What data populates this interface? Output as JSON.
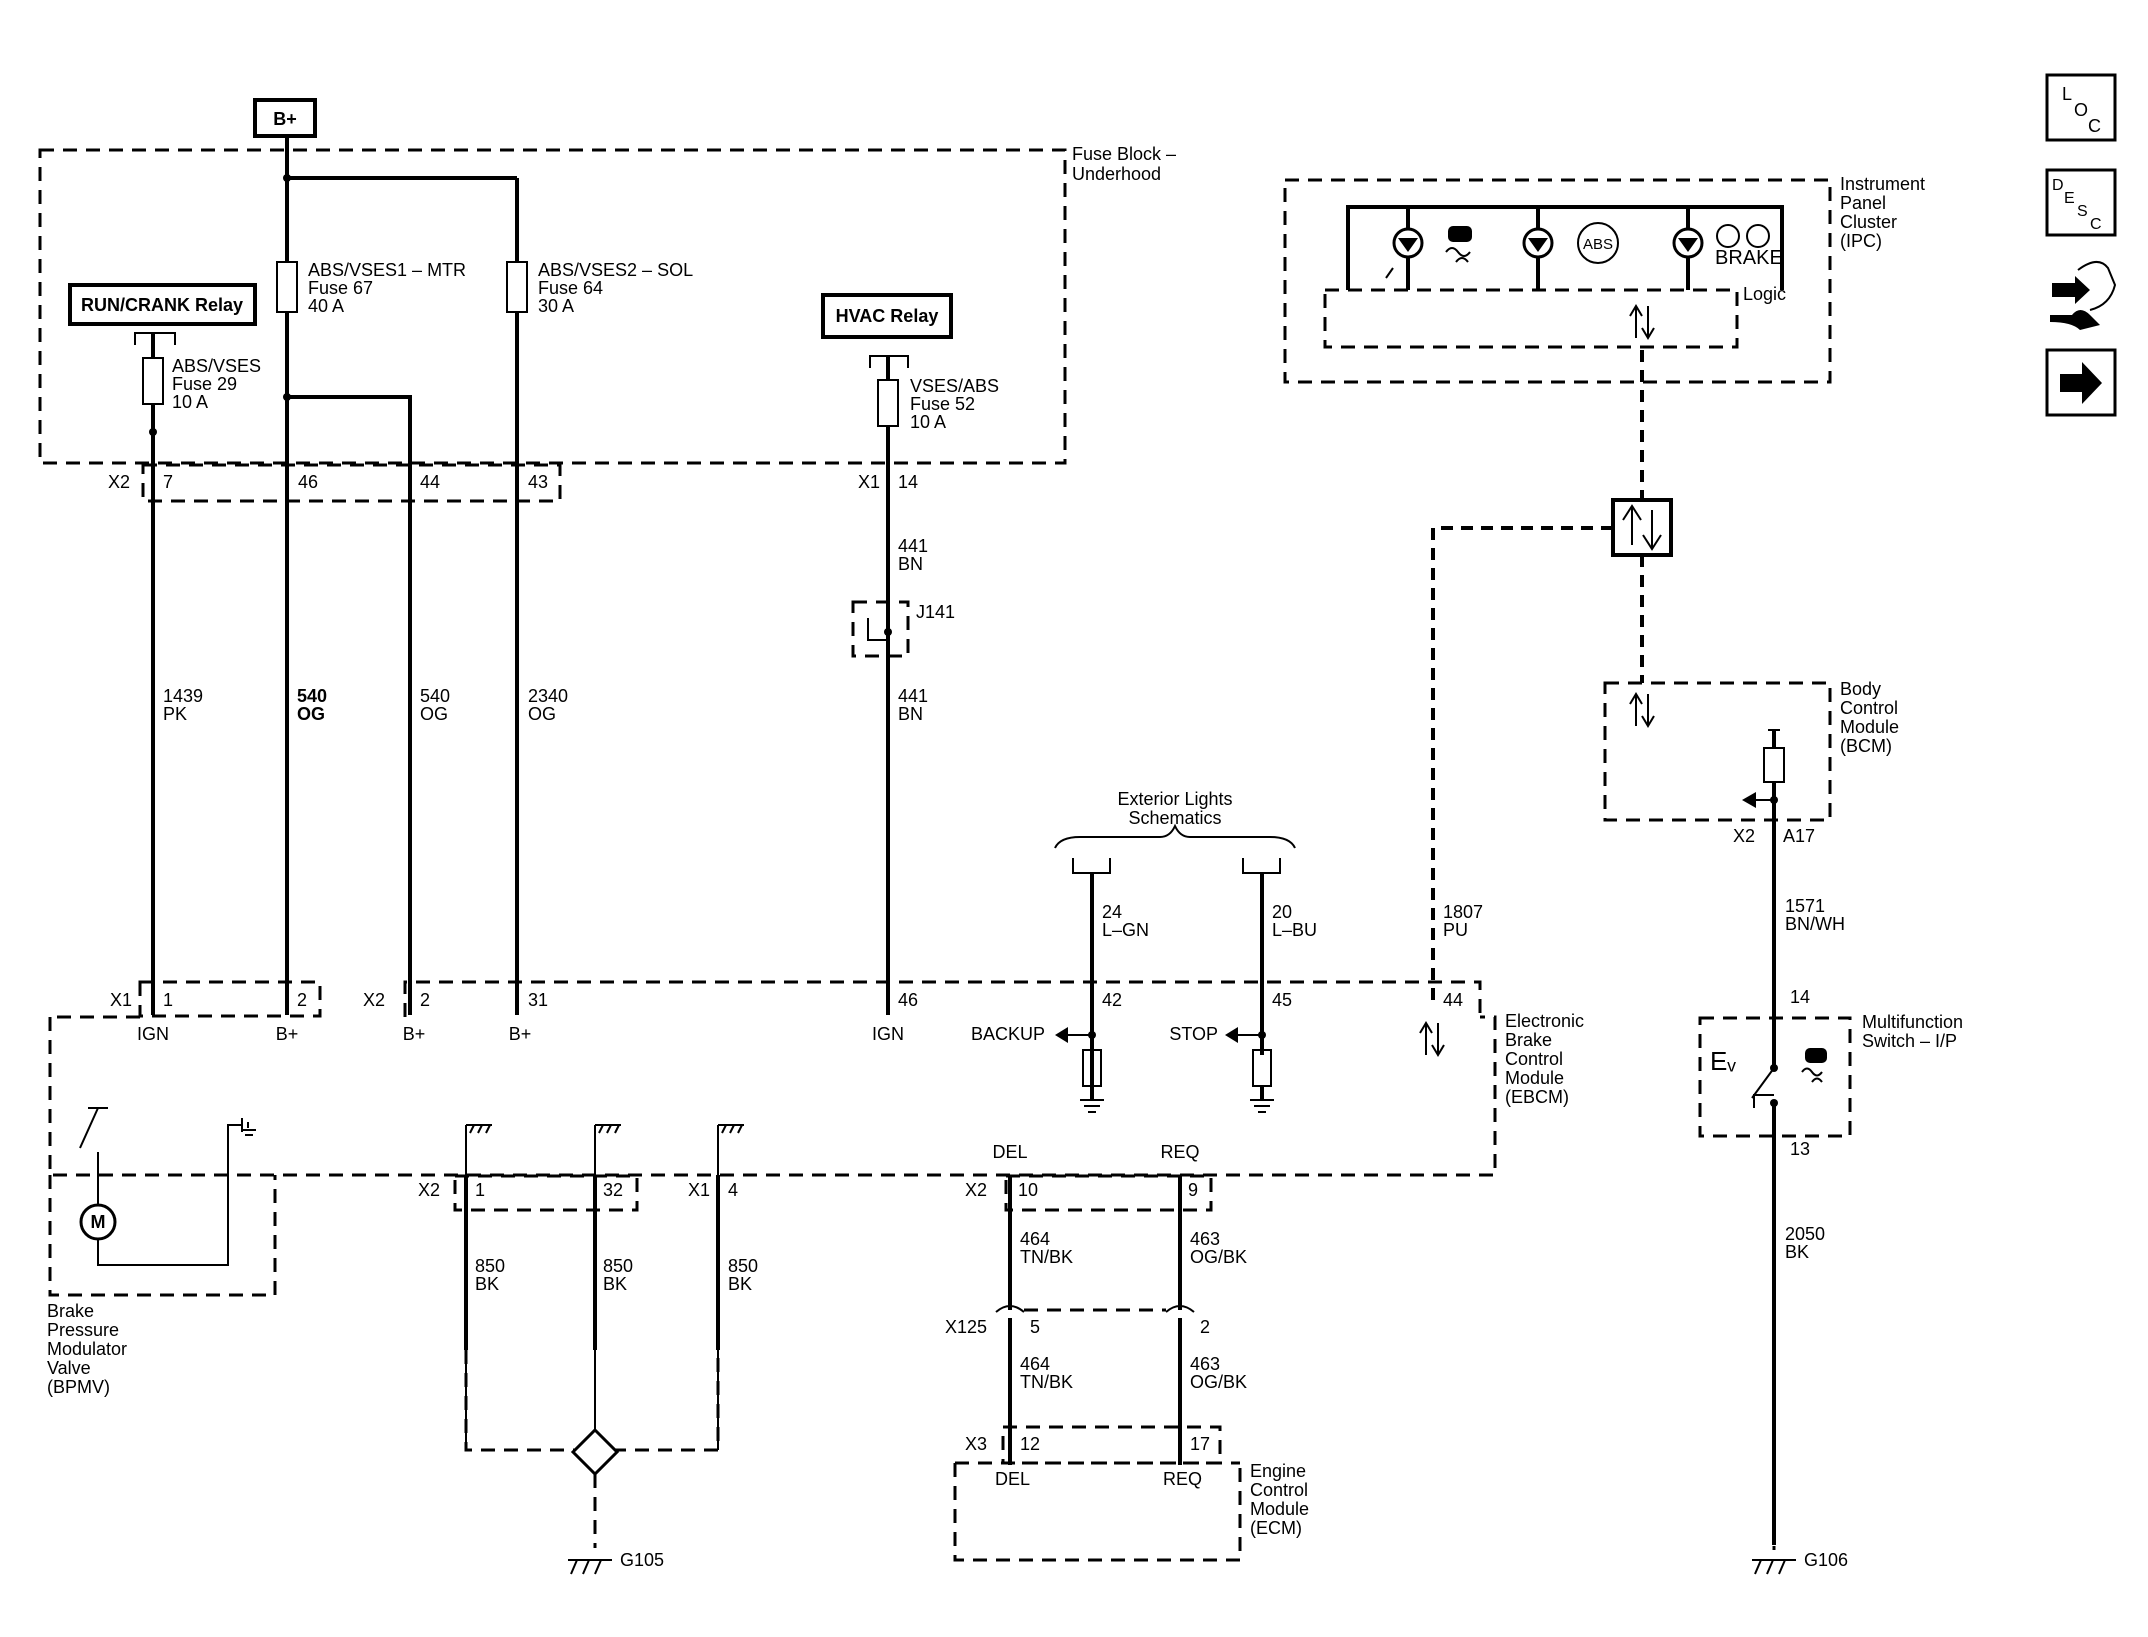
{
  "fuse_block": {
    "name_l1": "Fuse Block –",
    "name_l2": "Underhood",
    "b_plus": "B+",
    "run_crank_relay": "RUN/CRANK Relay",
    "hvac_relay": "HVAC Relay",
    "fuses": [
      {
        "l1": "ABS/VSES",
        "l2": "Fuse 29",
        "l3": "10 A"
      },
      {
        "l1": "ABS/VSES1 – MTR",
        "l2": "Fuse 67",
        "l3": "40 A"
      },
      {
        "l1": "ABS/VSES2 – SOL",
        "l2": "Fuse 64",
        "l3": "30 A"
      },
      {
        "l1": "VSES/ABS",
        "l2": "Fuse 52",
        "l3": "10 A"
      }
    ],
    "conn_x2": "X2",
    "conn_x1": "X1",
    "pins": [
      "7",
      "46",
      "44",
      "43",
      "14"
    ]
  },
  "wires": {
    "w1439": {
      "num": "1439",
      "color": "PK"
    },
    "w540a": {
      "num": "540",
      "color": "OG"
    },
    "w540b": {
      "num": "540",
      "color": "OG"
    },
    "w2340": {
      "num": "2340",
      "color": "OG"
    },
    "w441a": {
      "num": "441",
      "color": "BN"
    },
    "w441b": {
      "num": "441",
      "color": "BN"
    },
    "w24": {
      "num": "24",
      "color": "L–GN"
    },
    "w20": {
      "num": "20",
      "color": "L–BU"
    },
    "w1807": {
      "num": "1807",
      "color": "PU"
    },
    "w1571": {
      "num": "1571",
      "color": "BN/WH"
    },
    "w2050": {
      "num": "2050",
      "color": "BK"
    },
    "w850a": {
      "num": "850",
      "color": "BK"
    },
    "w850b": {
      "num": "850",
      "color": "BK"
    },
    "w850c": {
      "num": "850",
      "color": "BK"
    },
    "w464a": {
      "num": "464",
      "color": "TN/BK"
    },
    "w463a": {
      "num": "463",
      "color": "OG/BK"
    },
    "w464b": {
      "num": "464",
      "color": "TN/BK"
    },
    "w463b": {
      "num": "463",
      "color": "OG/BK"
    }
  },
  "splice": "J141",
  "exterior": {
    "l1": "Exterior Lights",
    "l2": "Schematics"
  },
  "ipc": {
    "l1": "Instrument",
    "l2": "Panel",
    "l3": "Cluster",
    "l4": "(IPC)",
    "logic": "Logic",
    "brake_text": "BRAKE",
    "abs_text": "ABS"
  },
  "bcm": {
    "l1": "Body",
    "l2": "Control",
    "l3": "Module",
    "l4": "(BCM)",
    "conn": "X2",
    "pin": "A17"
  },
  "ebcm": {
    "l1": "Electronic",
    "l2": "Brake",
    "l3": "Control",
    "l4": "Module",
    "l5": "(EBCM)",
    "top_conn_x1": "X1",
    "top_conn_x2": "X2",
    "top_pins": [
      "1",
      "2",
      "2",
      "31",
      "46",
      "42",
      "45",
      "44"
    ],
    "terms": [
      "IGN",
      "B+",
      "B+",
      "B+",
      "IGN"
    ],
    "backup": "BACKUP",
    "stop": "STOP",
    "bot_conn_x2": "X2",
    "bot_conn_x1": "X1",
    "bot_conn_x2b": "X2",
    "bot_pins": [
      "1",
      "32",
      "4",
      "10",
      "9"
    ],
    "del": "DEL",
    "req": "REQ"
  },
  "bpmv": {
    "l1": "Brake",
    "l2": "Pressure",
    "l3": "Modulator",
    "l4": "Valve",
    "l5": "(BPMV)",
    "motor": "M"
  },
  "mfs": {
    "l1": "Multifunction",
    "l2": "Switch – I/P",
    "pin_top": "14",
    "pin_bot": "13"
  },
  "x125": {
    "name": "X125",
    "pin_a": "5",
    "pin_b": "2"
  },
  "ecm": {
    "l1": "Engine",
    "l2": "Control",
    "l3": "Module",
    "l4": "(ECM)",
    "conn": "X3",
    "pin_a": "12",
    "pin_b": "17",
    "del": "DEL",
    "req": "REQ"
  },
  "grounds": {
    "g105": "G105",
    "g106": "G106"
  },
  "nav": {
    "loc": {
      "a": "L",
      "b": "O",
      "c": "C"
    },
    "desc": {
      "a": "D",
      "b": "E",
      "c": "S",
      "d": "C"
    }
  }
}
